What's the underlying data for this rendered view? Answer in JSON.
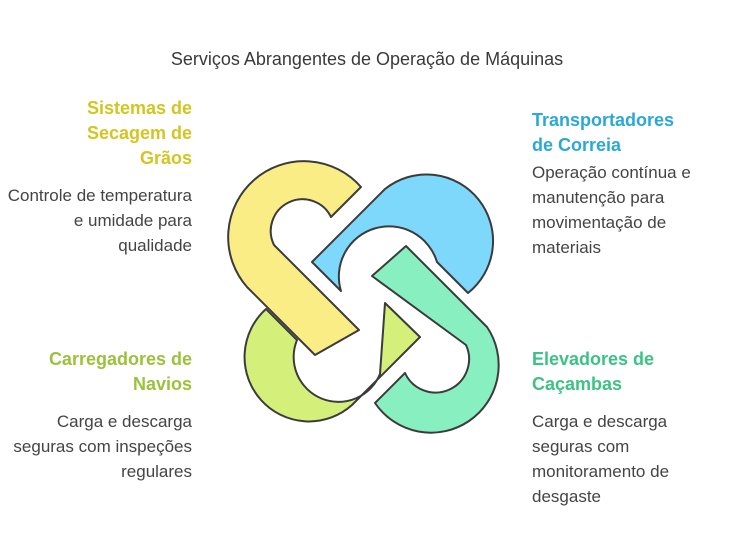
{
  "title": "Serviços Abrangentes de Operação de Máquinas",
  "items": [
    {
      "id": "secagem",
      "heading_lines": [
        "Sistemas de",
        "Secagem de",
        "Grãos"
      ],
      "desc": "Controle de temperatura e umidade para qualidade",
      "heading_color": "#d4c51f",
      "fill": "#fbed85"
    },
    {
      "id": "transportadores",
      "heading_lines": [
        "Transportadores",
        "de Correia"
      ],
      "desc": "Operação contínua e manutenção para movimentação de materiais",
      "heading_color": "#2aa8d8",
      "fill": "#7dd8fb"
    },
    {
      "id": "carregadores",
      "heading_lines": [
        "Carregadores de",
        "Navios"
      ],
      "desc": "Carga e descarga seguras com inspeções regulares",
      "heading_color": "#9cc13a",
      "fill": "#d5ef7b"
    },
    {
      "id": "elevadores",
      "heading_lines": [
        "Elevadores de",
        "Caçambas"
      ],
      "desc": "Carga e descarga seguras com monitoramento de desgaste",
      "heading_color": "#3cc384",
      "fill": "#88f0c0"
    }
  ],
  "stroke_color": "#3b3b3b"
}
